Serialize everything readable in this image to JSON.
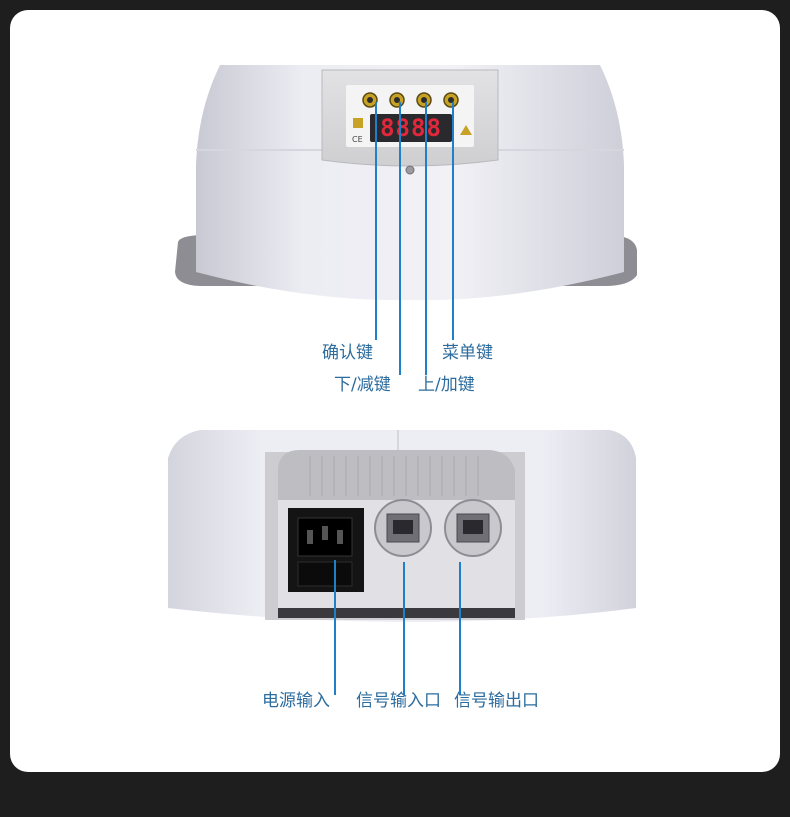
{
  "colors": {
    "background": "#1e1e1e",
    "card": "#ffffff",
    "device_white": "#e9e9f1",
    "panel_grey": "#d8d8da",
    "led_red": "#e0283a",
    "label_blue": "#2c6c9e",
    "pointer_blue": "#1f7fc8"
  },
  "top_photo": {
    "display_digits": "8888",
    "button_labels": {
      "confirm": "确认键",
      "down_minus": "下/减键",
      "up_plus": "上/加键",
      "menu": "菜单键"
    }
  },
  "bottom_photo": {
    "port_labels": {
      "power_in": "电源输入",
      "signal_in": "信号输入口",
      "signal_out": "信号输出口"
    }
  }
}
